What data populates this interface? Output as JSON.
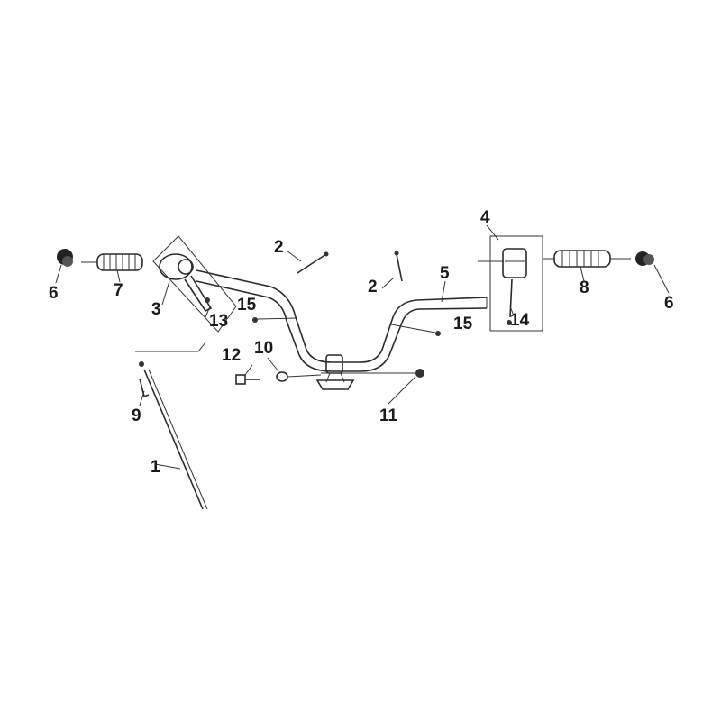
{
  "labels": {
    "l1": "1",
    "l2a": "2",
    "l2b": "2",
    "l3": "3",
    "l4": "4",
    "l5": "5",
    "l6a": "6",
    "l6b": "6",
    "l7": "7",
    "l8": "8",
    "l9": "9",
    "l10": "10",
    "l11": "11",
    "l12": "12",
    "l13": "13",
    "l14": "14",
    "l15a": "15",
    "l15b": "15"
  }
}
